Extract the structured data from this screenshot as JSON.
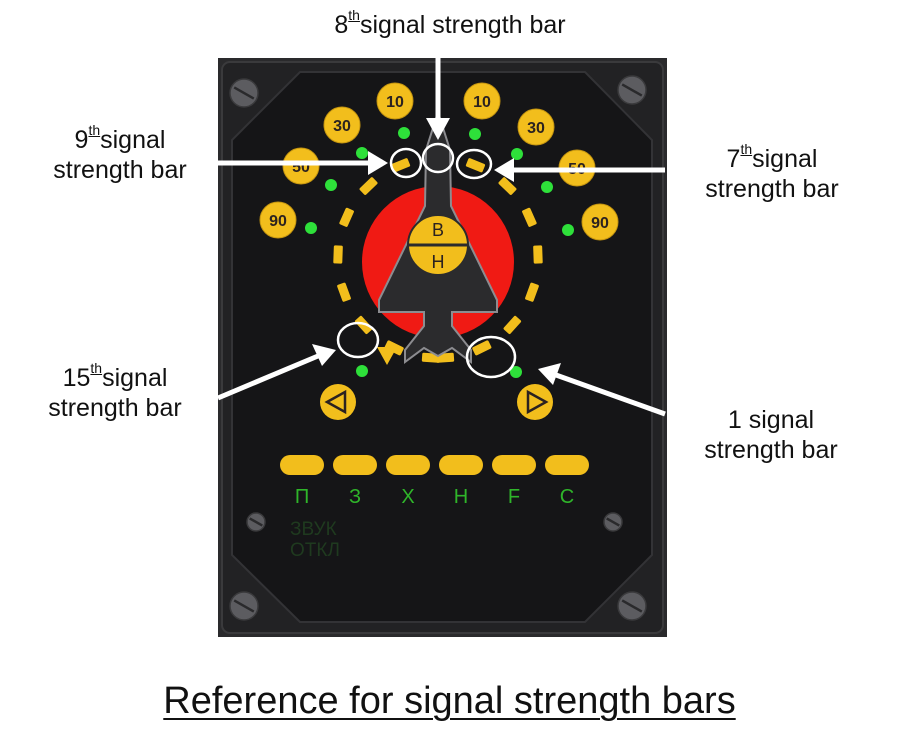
{
  "title": "Reference for signal strength bars",
  "annotations": {
    "bar8": {
      "num": "8",
      "suffix": "th",
      "text": "signal strength bar"
    },
    "bar9": {
      "num": "9",
      "suffix": "th",
      "line1": "signal",
      "line2": "strength bar"
    },
    "bar7": {
      "num": "7",
      "suffix": "th",
      "line1": "signal",
      "line2": "strength bar"
    },
    "bar15": {
      "num": "15",
      "suffix": "th",
      "line1": "signal",
      "line2": "strength bar"
    },
    "bar1": {
      "line1": "1 signal",
      "line2": "strength bar"
    }
  },
  "panel": {
    "angle_badges_left": [
      "10",
      "30",
      "50",
      "90"
    ],
    "angle_badges_right": [
      "10",
      "30",
      "50",
      "90"
    ],
    "center_badge_top": "В",
    "center_badge_bottom": "Н",
    "mode_labels": [
      "П",
      "З",
      "Х",
      "Н",
      "F",
      "С"
    ],
    "sound_label_line1": "ЗВУК",
    "sound_label_line2": "ОТКЛ",
    "signal_bar_count": 15,
    "highlighted_bars": [
      1,
      7,
      8,
      9,
      15
    ]
  },
  "colors": {
    "panel": "#1a1a1c",
    "bezel": "#2a2a2c",
    "amber": "#f2be1c",
    "green_led": "#2ee03a",
    "red_disk": "#f01a14",
    "mode_text": "#2fb52a",
    "sound_text": "#1f3a1f"
  }
}
